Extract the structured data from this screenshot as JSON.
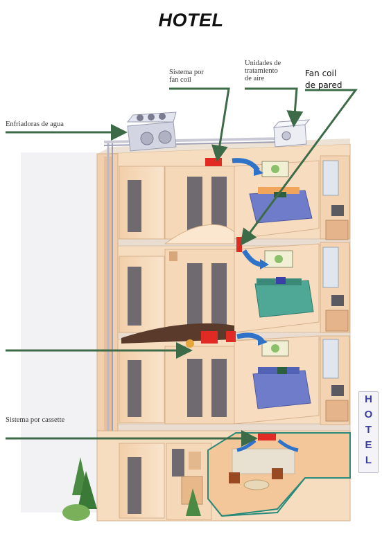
{
  "title": "HOTEL",
  "labels": {
    "enfriadoras": "Enfriadoras de agua",
    "fancoil_line1": "Sistema por",
    "fancoil_line2": "fan coil",
    "unidades_line1": "Unidades de",
    "unidades_line2": "tratamiento",
    "unidades_line3": "de aire",
    "fancoil_pared_line1": "Fan coil",
    "fancoil_pared_line2": "de pared",
    "cassette": "Sistema por cassette"
  },
  "sign_letters": [
    "H",
    "O",
    "T",
    "E",
    "L"
  ],
  "colors": {
    "pointer": "#3d6b47",
    "wall": "#f4d8b8",
    "wall_dark": "#e8bf97",
    "floor": "#d9cfc4",
    "bed": "#6f7cc9",
    "bedspread": "#8aa9de",
    "green_bed": "#4fa896",
    "red_unit": "#e02a23",
    "airflow": "#2f73c9",
    "pipe": "#c9c9d6"
  }
}
